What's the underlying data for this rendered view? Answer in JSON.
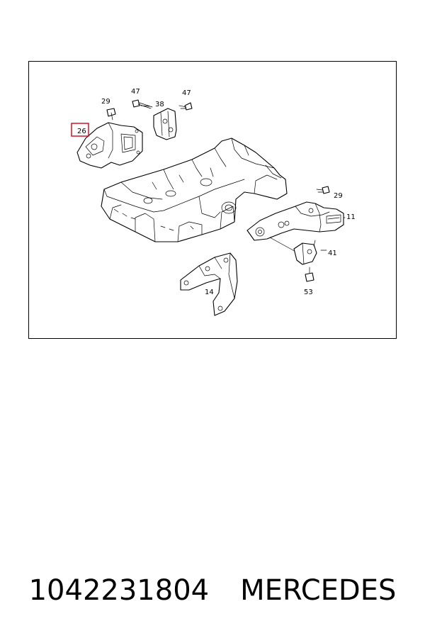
{
  "diagram": {
    "callouts": {
      "c26": "26",
      "c29a": "29",
      "c47a": "47",
      "c38": "38",
      "c47b": "47",
      "c29b": "29",
      "c11": "11",
      "c41": "41",
      "c53": "53",
      "c14": "14"
    },
    "highlighted_part": "26",
    "highlight_color": "#d0021b"
  },
  "footer": {
    "part_number": "1042231804",
    "brand": "MERCEDES"
  }
}
